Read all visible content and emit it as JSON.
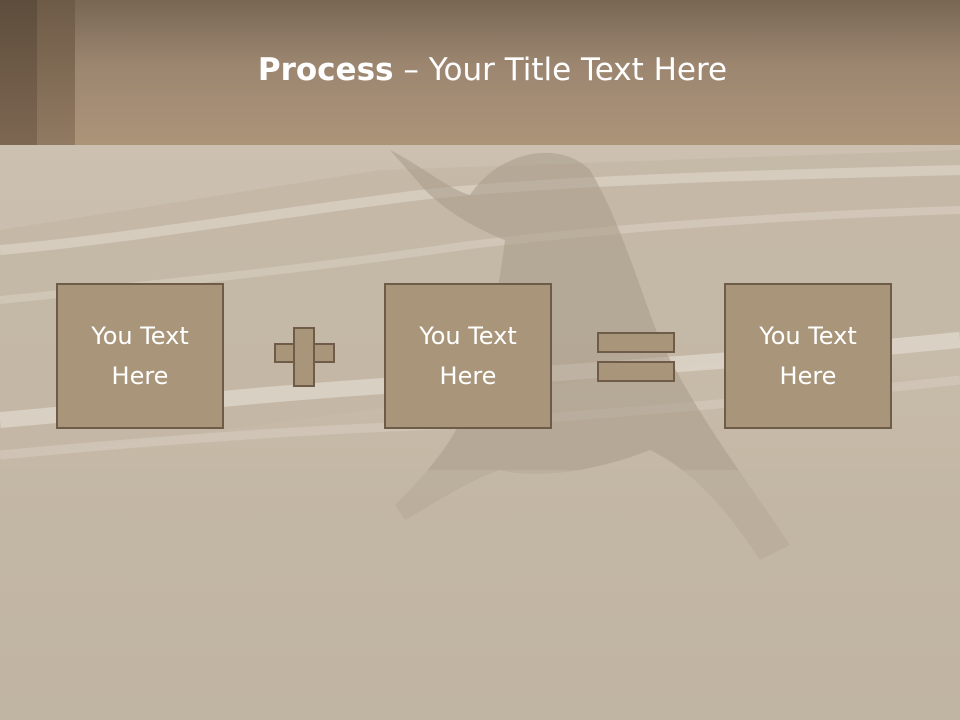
{
  "slide": {
    "title_bold": "Process",
    "title_rest": " – Your Title Text Here",
    "boxes": [
      {
        "text": "You Text\nHere"
      },
      {
        "text": "You Text\nHere"
      },
      {
        "text": "You Text\nHere"
      }
    ],
    "operators": [
      "plus-icon",
      "equals-icon"
    ]
  },
  "colors": {
    "header": "#a38c73",
    "box_fill": "#a99579",
    "box_border": "#6e5c48",
    "text": "#ffffff",
    "background": "#c8bcae"
  }
}
